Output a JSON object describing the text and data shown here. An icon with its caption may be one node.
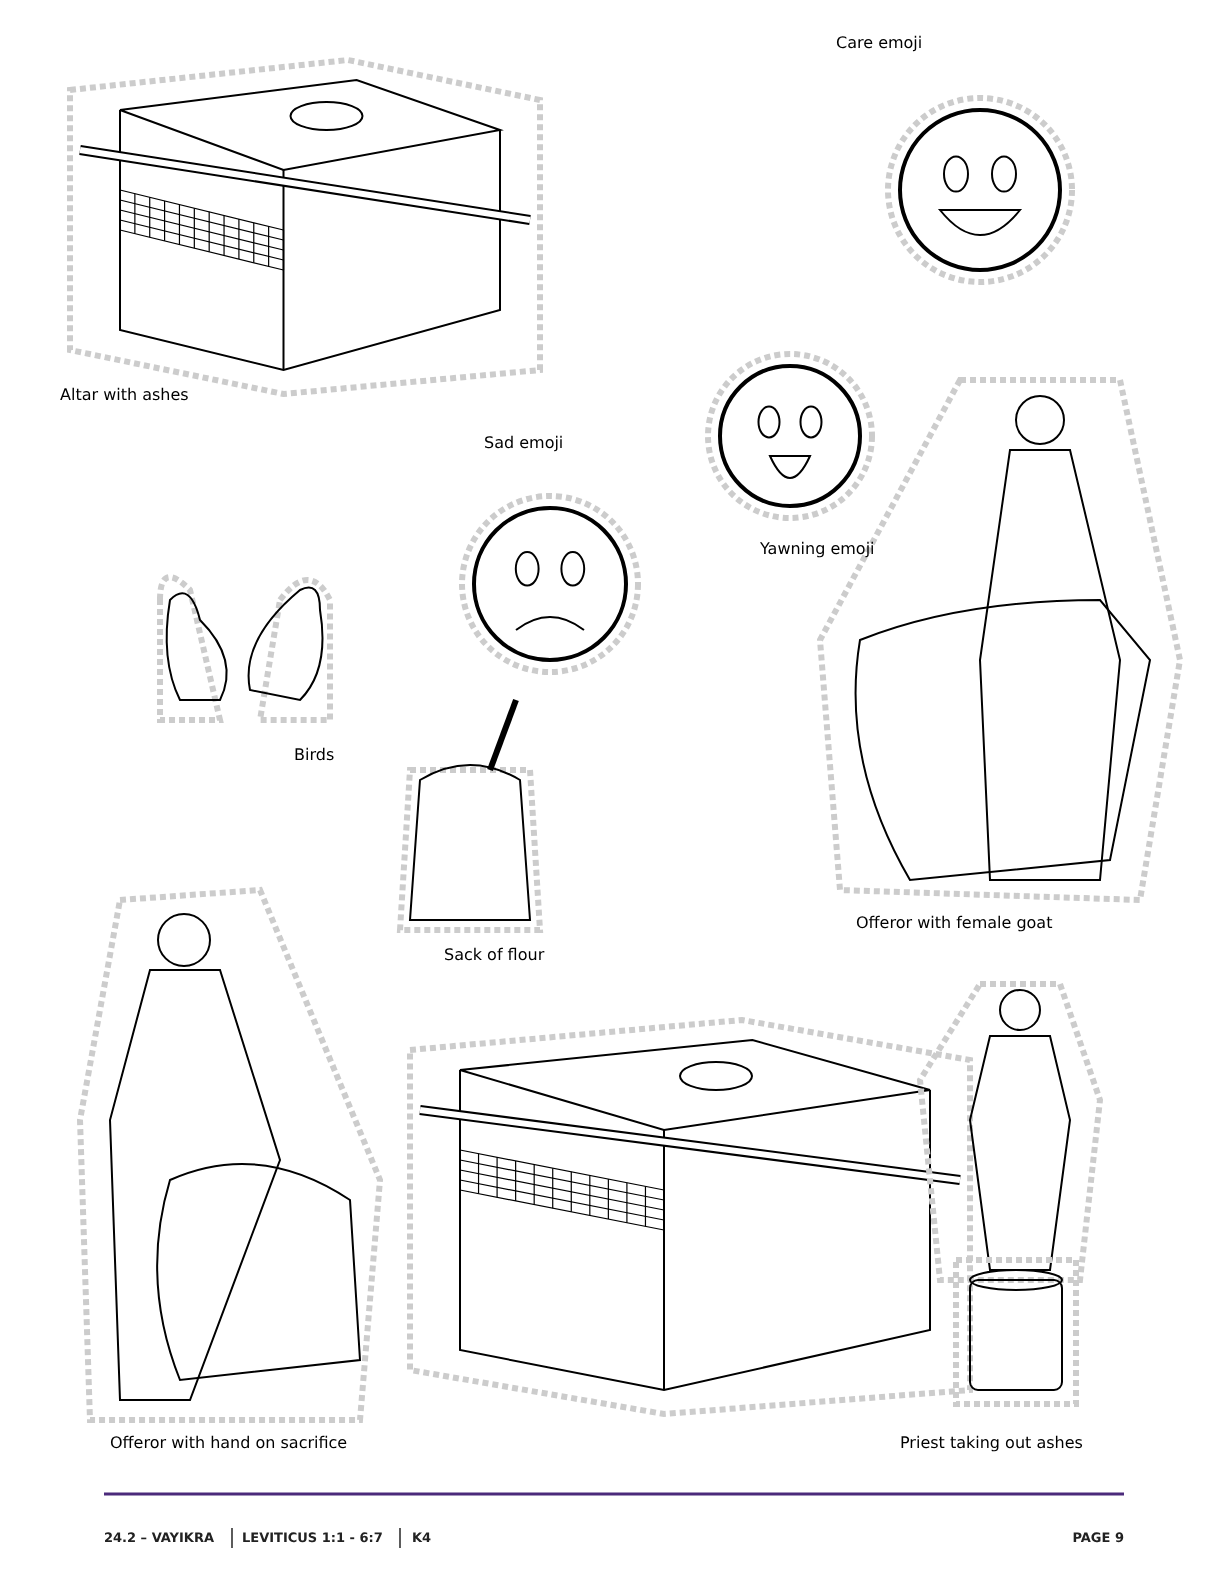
{
  "diagram": {
    "labels": [
      "Care emoji",
      "Altar with ashes",
      "Sad emoji",
      "Yawning emoji",
      "Birds",
      "Sack of flour",
      "Offeror with female goat",
      "Offeror with hand on sacrifice",
      "Priest taking out ashes",
      "24.2 – VAYIKRA",
      "LEVITICUS 1:1 - 6:7",
      "K4",
      "PAGE 9"
    ]
  }
}
